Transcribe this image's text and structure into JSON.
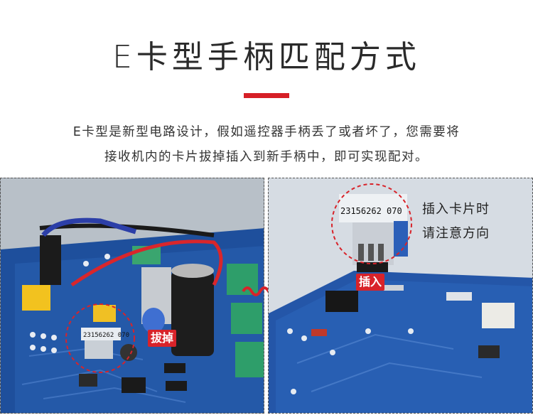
{
  "header": {
    "title": "E卡型手柄匹配方式",
    "accent_color": "#d61f26"
  },
  "description": {
    "line1": "E卡型是新型电路设计，假如遥控器手柄丢了或者坏了，您需要将",
    "line2": "接收机内的卡片拔掉插入到新手柄中，即可实现配对。"
  },
  "left_panel": {
    "card_label": "23156262 070",
    "action_tag": "拔掉"
  },
  "right_panel": {
    "card_label": "23156262 070",
    "action_tag": "插入",
    "caption_line1": "插入卡片时",
    "caption_line2": "请注意方向"
  },
  "icons": [
    "wave-arrow-icon"
  ]
}
